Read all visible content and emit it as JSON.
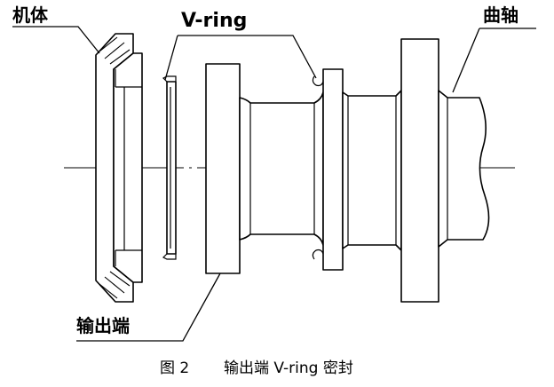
{
  "labels": {
    "housing": "机体",
    "vring": "V-ring",
    "crankshaft": "曲轴",
    "output_end": "输出端"
  },
  "caption": {
    "number": "图 2",
    "title": "输出端 V-ring 密封"
  }
}
